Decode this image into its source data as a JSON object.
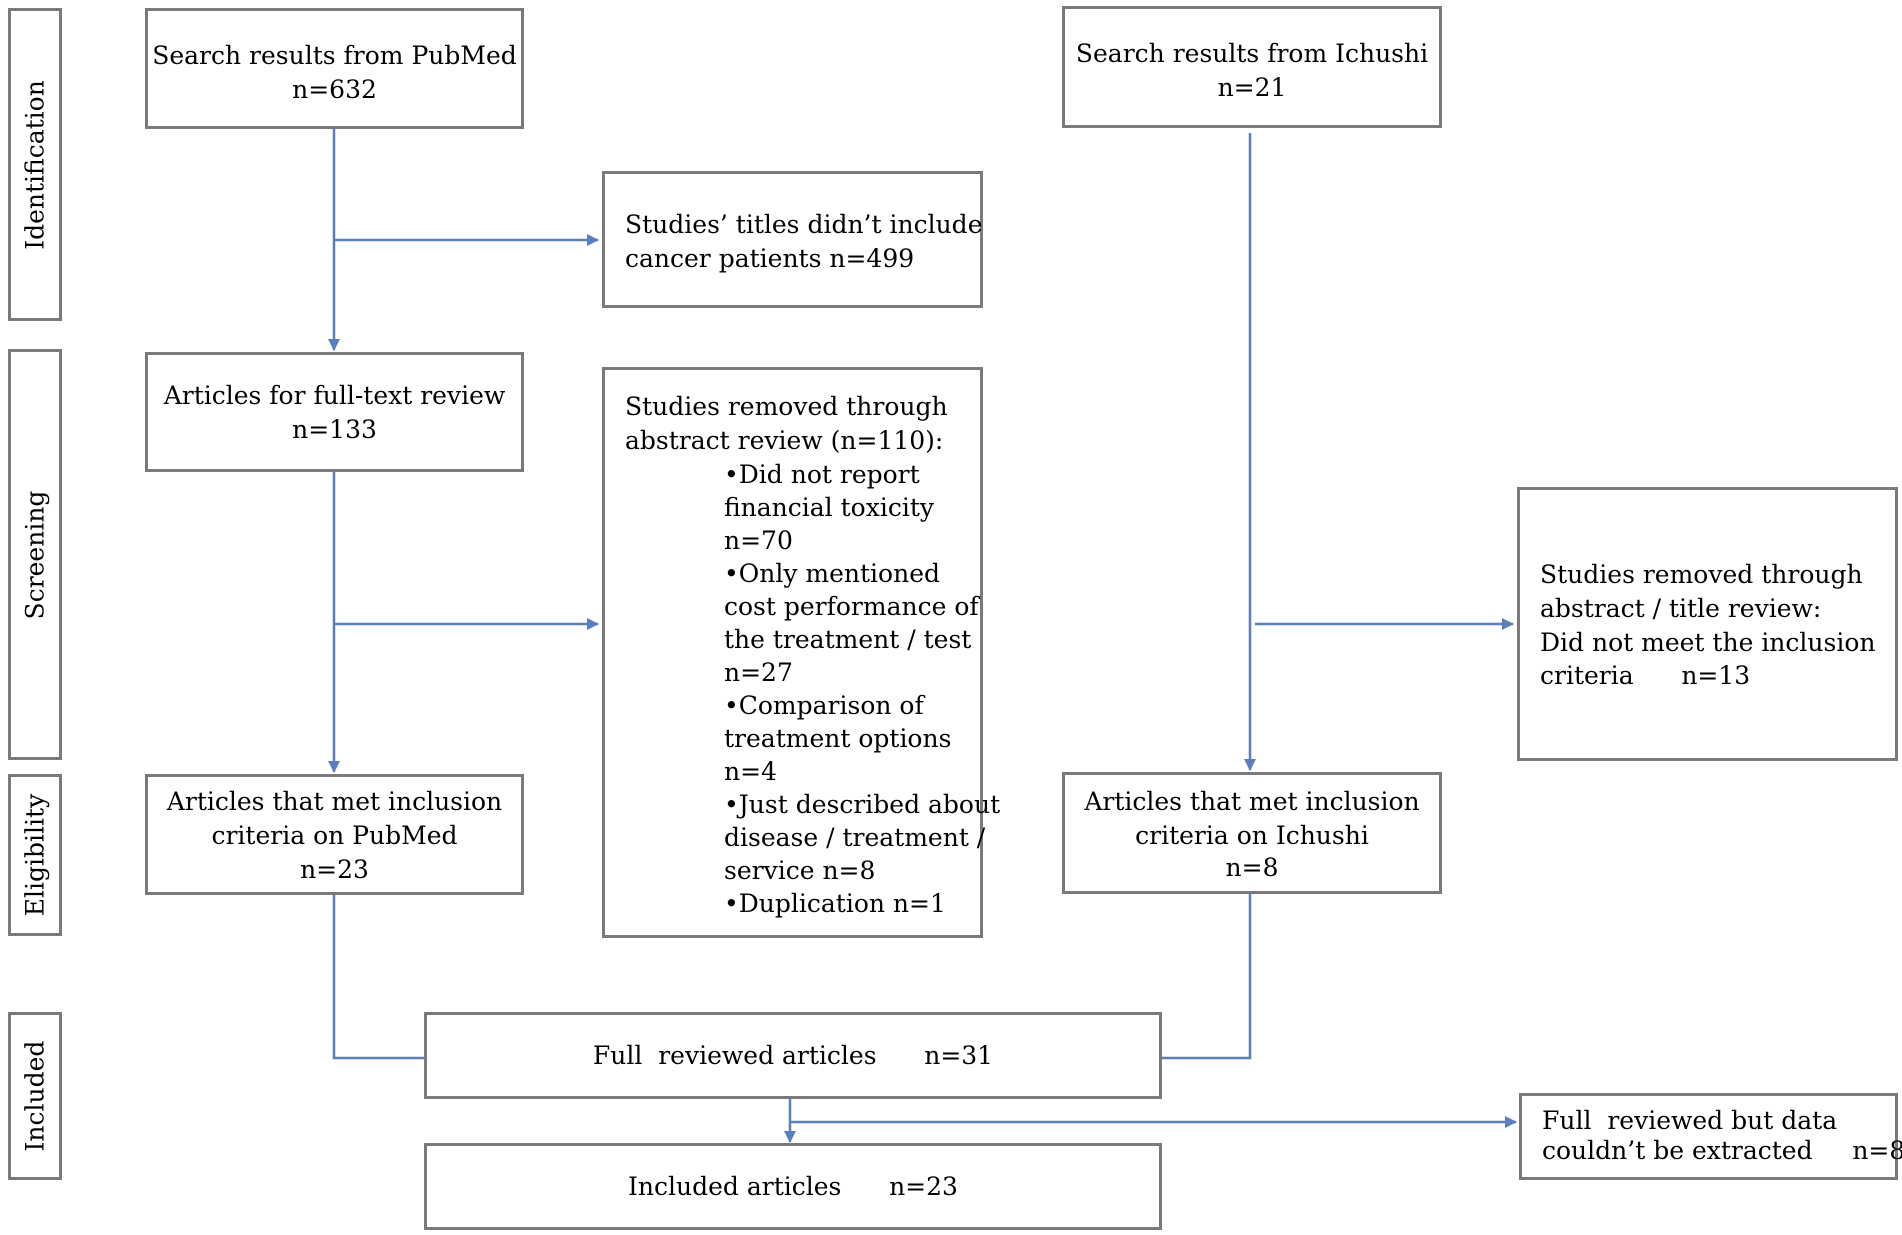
{
  "stages": {
    "identification": "Identification",
    "screening": "Screening",
    "eligibility": "Eligibility",
    "included": "Included"
  },
  "pubmed": {
    "line1": "Search results from PubMed",
    "line2": "n=632"
  },
  "ichushi": {
    "line1": "Search results from Ichushi",
    "line2": "n=21"
  },
  "titles_excluded": {
    "line1": "Studies’ titles didn’t include",
    "line2": "cancer patients n=499"
  },
  "fulltext": {
    "line1": "Articles for full-text  review",
    "line2": "n=133"
  },
  "abstract_removed": {
    "line1": "Studies removed through",
    "line2": "abstract review (n=110):",
    "items": [
      "•Did not report",
      "financial toxicity",
      "n=70",
      "•Only mentioned",
      "cost performance of",
      "the treatment / test",
      "n=27",
      "•Comparison  of",
      "treatment options",
      "n=4",
      "•Just described  about",
      "disease / treatment /",
      "service n=8",
      "•Duplication  n=1"
    ]
  },
  "ichushi_removed": {
    "line1": "Studies removed through",
    "line2": "abstract / title  review:",
    "line3": "Did not meet the inclusion",
    "line4": "criteria      n=13"
  },
  "pubmed_eligible": {
    "line1": "Articles that met inclusion",
    "line2": "criteria on PubMed",
    "line3": "n=23"
  },
  "ichushi_eligible": {
    "line1": "Articles that met inclusion",
    "line2": "criteria on Ichushi",
    "line3": "n=8"
  },
  "full_reviewed": {
    "text": "Full  reviewed articles      n=31"
  },
  "not_extracted": {
    "line1": "Full  reviewed but data",
    "line2": "couldn’t be extracted     n=8"
  },
  "included": {
    "text": "Included articles      n=23"
  },
  "colors": {
    "box_border": "#7a7a7a",
    "arrow": "#5b7fba"
  }
}
